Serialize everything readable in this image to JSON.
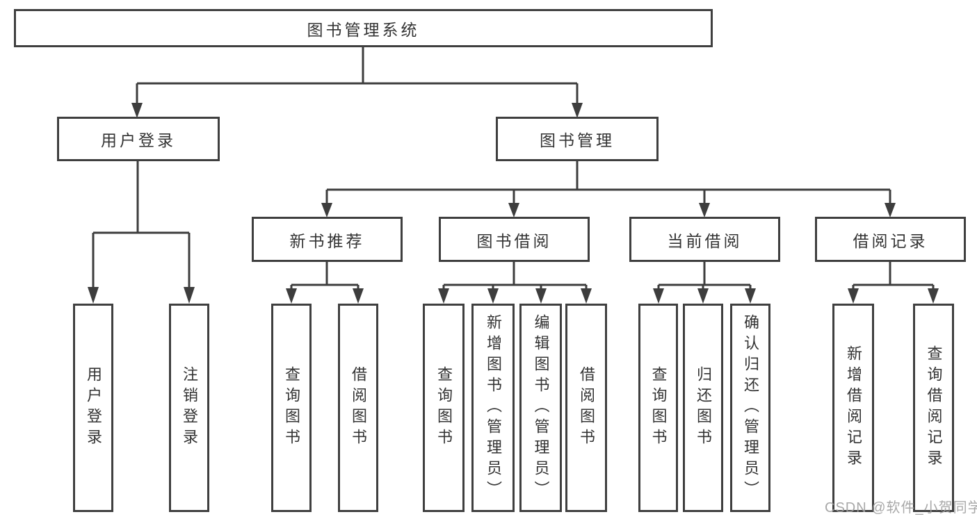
{
  "root_label": "图书管理系统",
  "level2": {
    "login": "用户登录",
    "manage": "图书管理"
  },
  "level3": {
    "new_book": "新书推荐",
    "borrow": "图书借阅",
    "current": "当前借阅",
    "records": "借阅记录"
  },
  "leaves": {
    "login": [
      "用户登录",
      "注销登录"
    ],
    "new_book": [
      "查询图书",
      "借阅图书"
    ],
    "borrow": [
      "查询图书",
      "新增图书（管理员）",
      "编辑图书（管理员）",
      "借阅图书"
    ],
    "current": [
      "查询图书",
      "归还图书",
      "确认归还（管理员）"
    ],
    "records": [
      "新增借阅记录",
      "查询借阅记录"
    ]
  },
  "watermark": "CSDN @软件_小贺同学",
  "colors": {
    "line": "#3d3d3d",
    "border": "#3f3f3f",
    "text": "#333333",
    "watermark": "#9e9e9e",
    "background": "#ffffff"
  }
}
